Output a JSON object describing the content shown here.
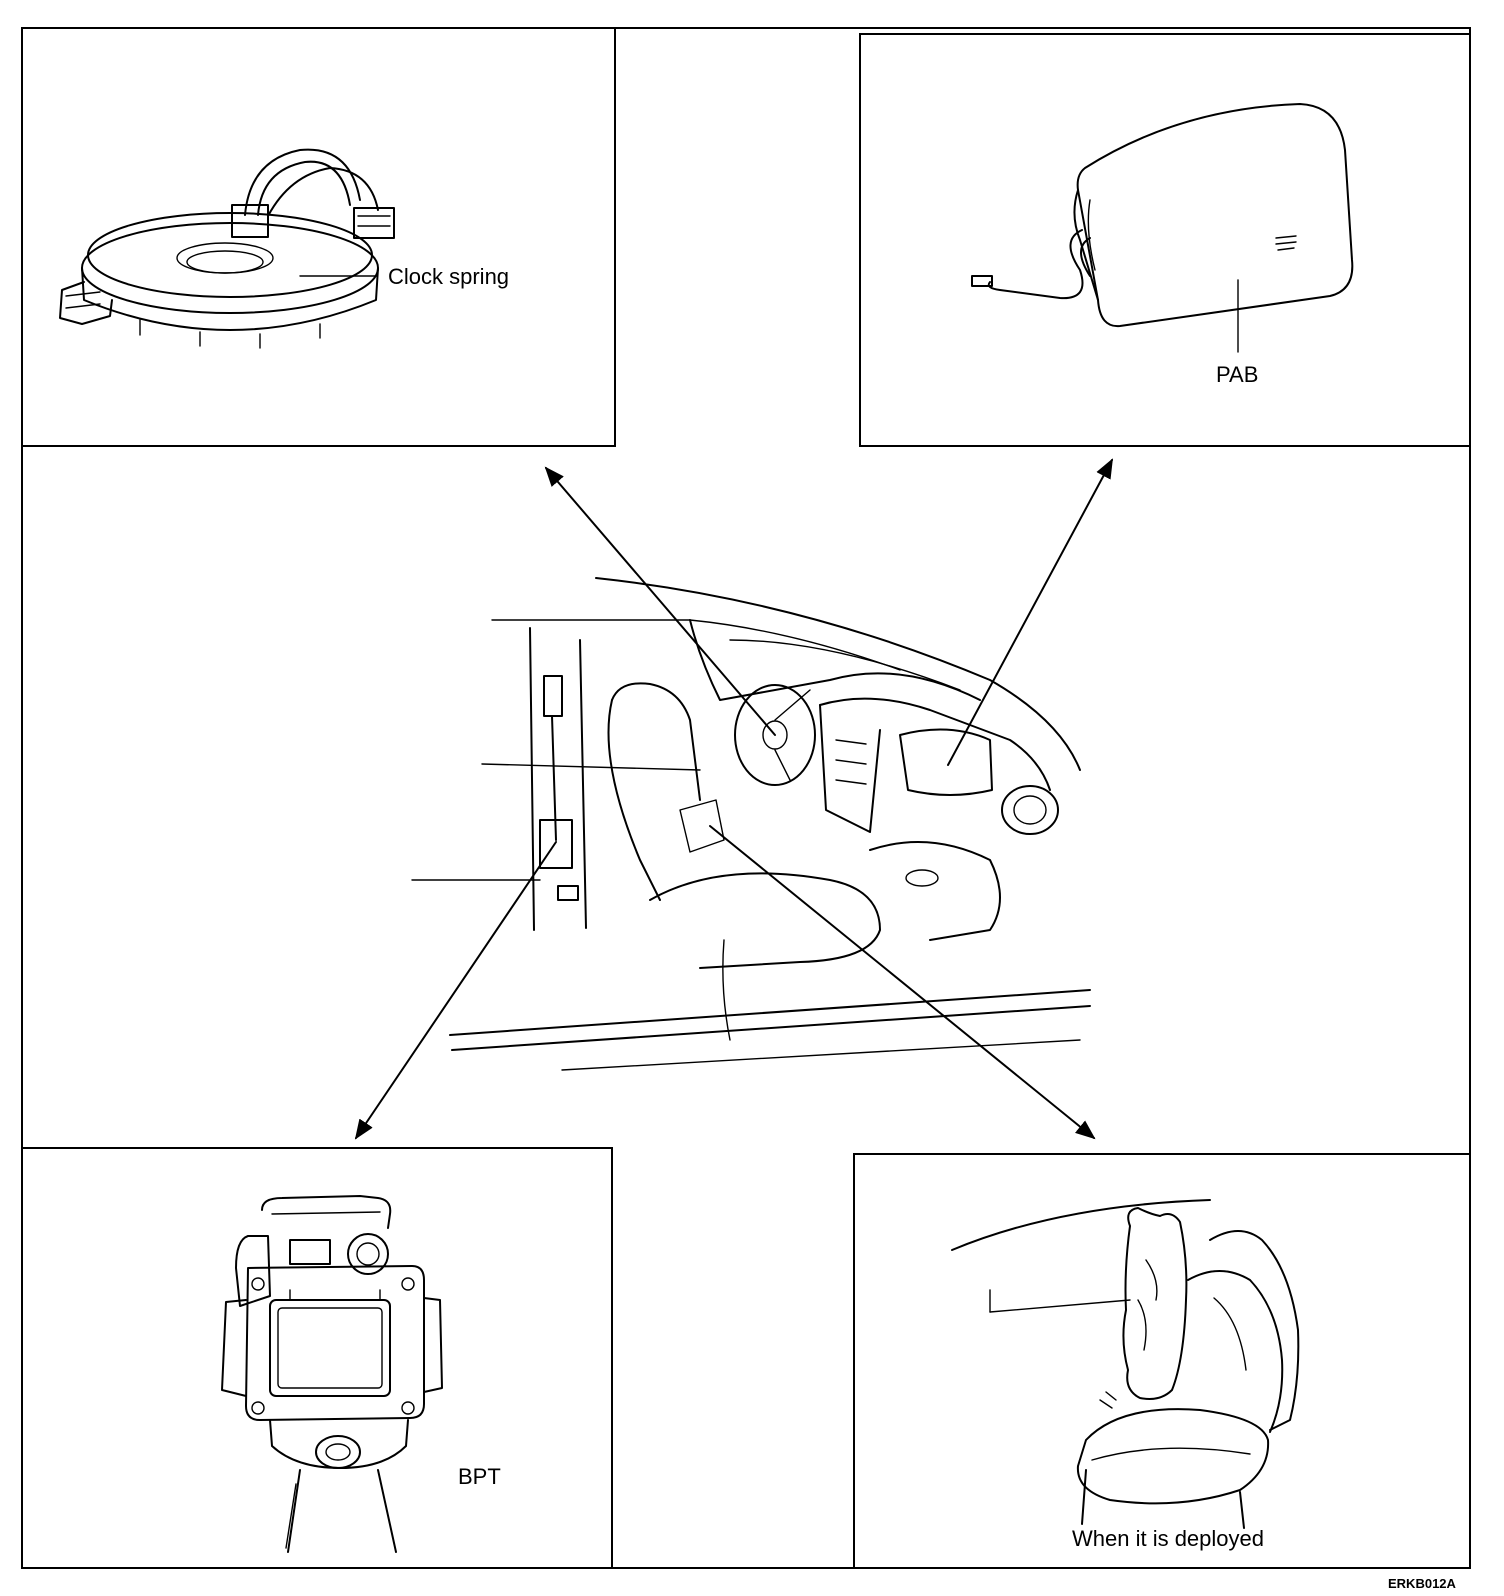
{
  "labels": {
    "clock_spring": "Clock spring",
    "pab": "PAB",
    "bpt": "BPT",
    "deployed": "When it is deployed",
    "figure_code": "ERKB012A"
  },
  "icons": {
    "clock_spring": "clock-spring-illustration",
    "pab": "passenger-airbag-module-illustration",
    "bpt": "belt-pretensioner-illustration",
    "deployed": "deployed-airbag-illustration",
    "vehicle": "vehicle-interior-illustration"
  },
  "colors": {
    "ink": "#000000",
    "paper": "#ffffff"
  }
}
